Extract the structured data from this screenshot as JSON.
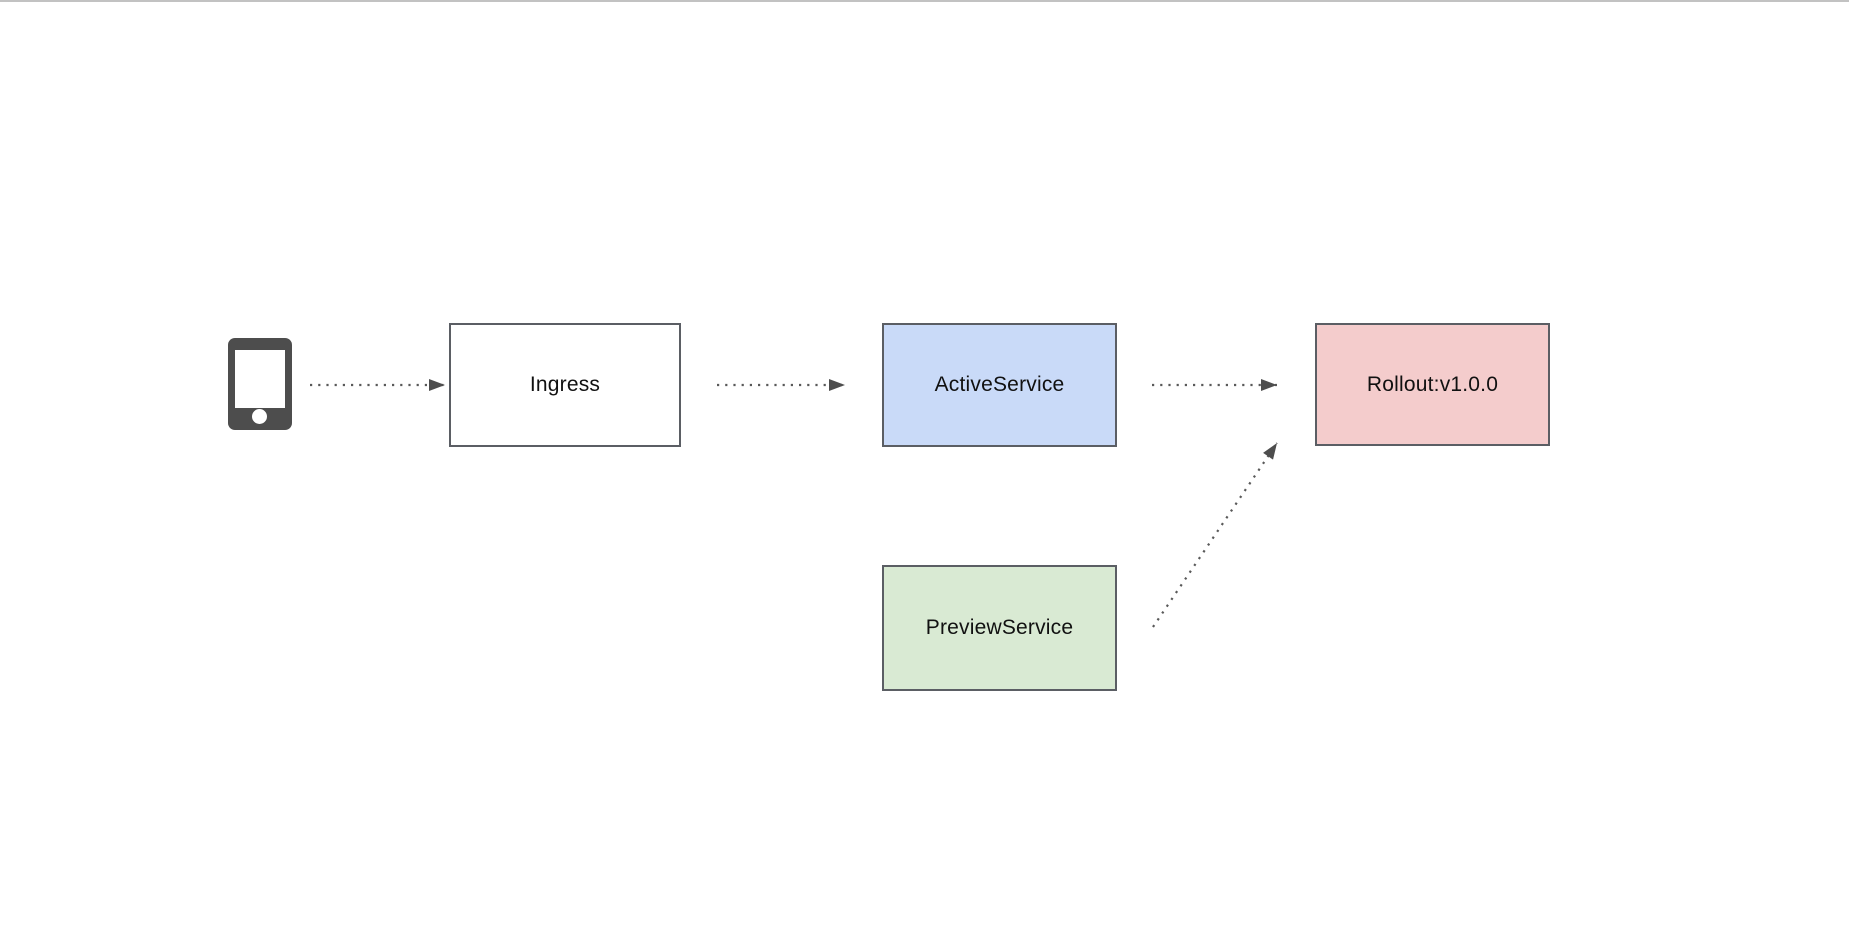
{
  "page": {
    "background": "#ffffff",
    "top_rule_color": "#c2c2c2"
  },
  "diagram": {
    "type": "flow-diagram",
    "nodes": {
      "client": {
        "icon": "smartphone-icon",
        "color": "#4d4d4d"
      },
      "ingress": {
        "label": "Ingress",
        "fill": "#ffffff",
        "border": "#5b5e64"
      },
      "active_service": {
        "label": "ActiveService",
        "fill": "#c9daf8",
        "border": "#5b5e64"
      },
      "rollout": {
        "label": "Rollout:v1.0.0",
        "fill": "#f4cccc",
        "border": "#5b5e64"
      },
      "preview_service": {
        "label": "PreviewService",
        "fill": "#d9ead3",
        "border": "#5b5e64"
      }
    },
    "edges": [
      {
        "from": "client",
        "to": "ingress",
        "style": "dotted-arrow"
      },
      {
        "from": "ingress",
        "to": "active_service",
        "style": "dotted-arrow"
      },
      {
        "from": "active_service",
        "to": "rollout",
        "style": "dotted-arrow"
      },
      {
        "from": "preview_service",
        "to": "rollout",
        "style": "dotted-arrow"
      }
    ],
    "edge_color": "#595959",
    "arrowhead_color": "#4d4d4d",
    "text_color": "#111111"
  }
}
